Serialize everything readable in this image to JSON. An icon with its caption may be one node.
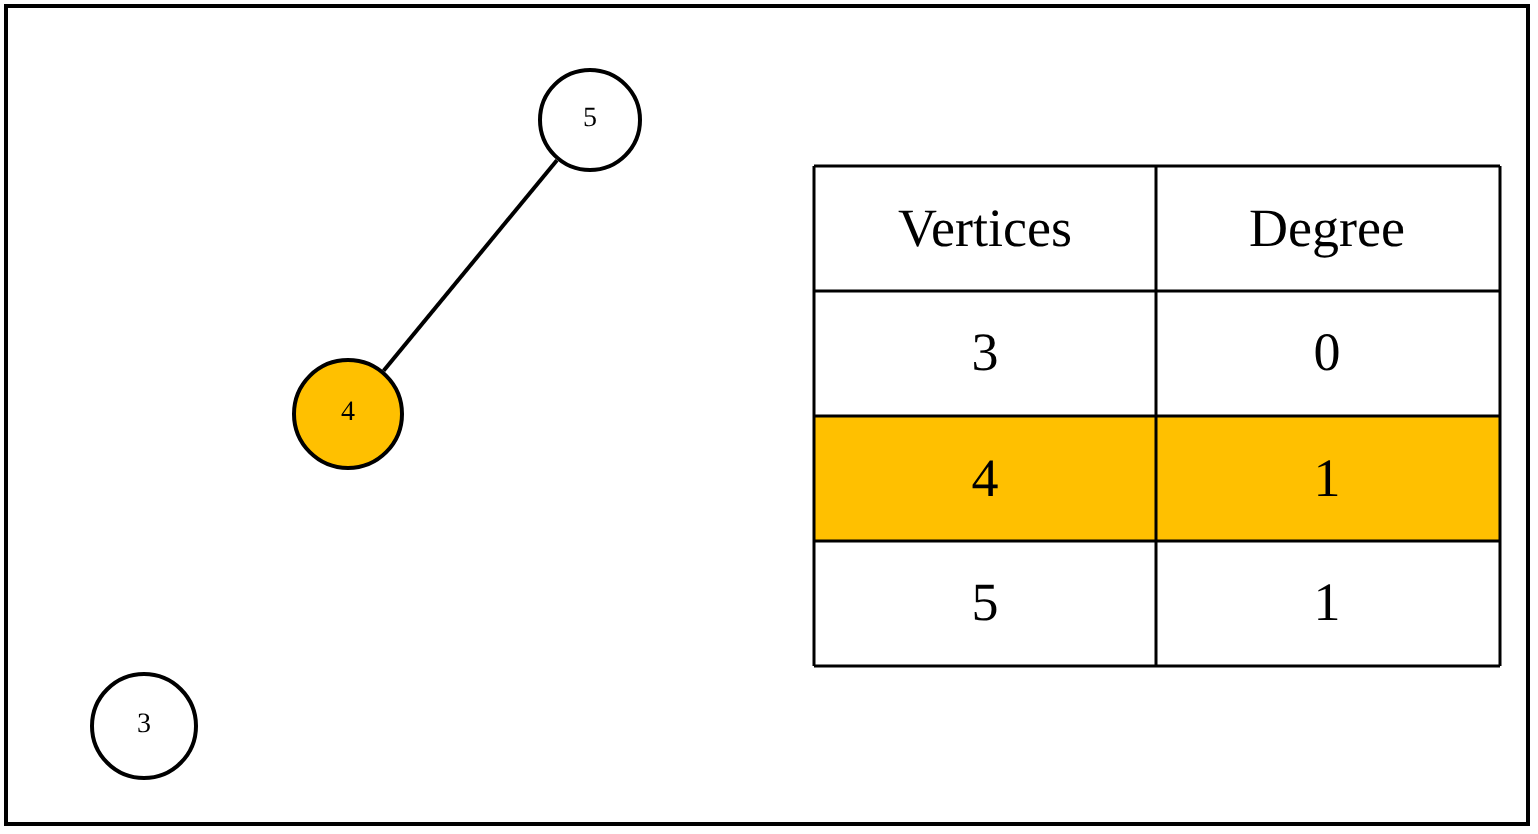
{
  "diagram": {
    "nodes": [
      {
        "text": [
          "5"
        ]
      },
      {
        "text": [
          "4"
        ]
      },
      {
        "text": [
          "3"
        ]
      }
    ],
    "edges": [
      {
        "from": 1,
        "to": 0,
        "arrow": "none"
      }
    ],
    "labels": [
      "Vertices",
      "Degree",
      "3",
      "0",
      "4",
      "1",
      "5",
      "1"
    ]
  }
}
